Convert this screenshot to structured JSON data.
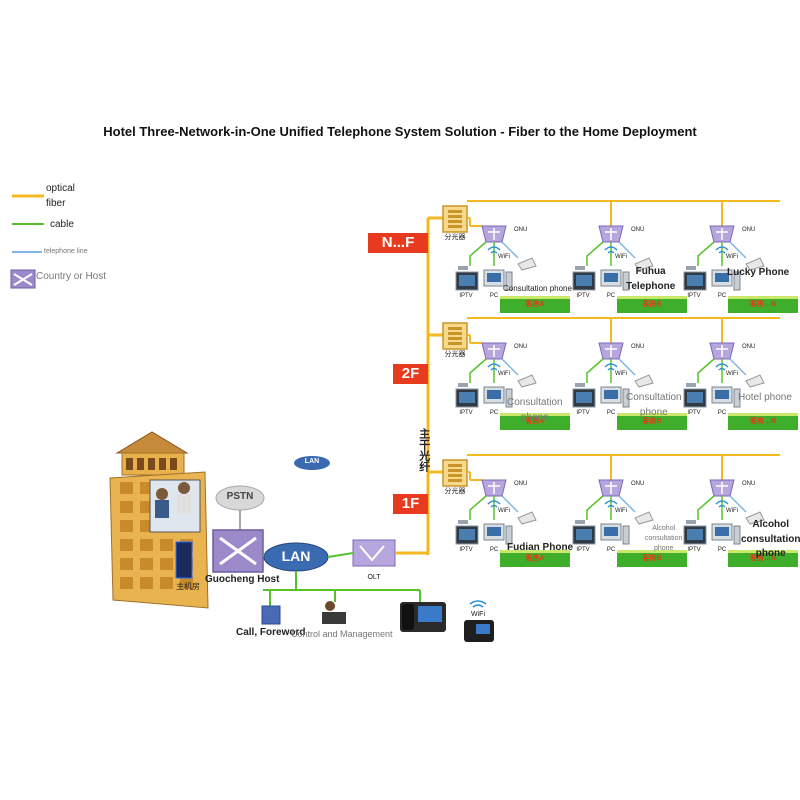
{
  "title": "Hotel Three-Network-in-One Unified Telephone System Solution - Fiber to the Home Deployment",
  "legend": {
    "optical_fiber": "optical\nfiber",
    "cable": "cable",
    "telephone_line": "telephone line",
    "country_or_host": "Country or Host",
    "colors": {
      "fiber": "#f5b820",
      "cable": "#55c22c",
      "telephone": "#7fb6e6"
    }
  },
  "floors": [
    {
      "label": "N...F",
      "splitter": "分光器",
      "rooms": [
        {
          "onu": "ONU",
          "iptv": "IPTV",
          "pc": "PC",
          "wifi": "WiFi",
          "phone": "Consultation phone",
          "room": "客房A"
        },
        {
          "onu": "ONU",
          "iptv": "IPTV",
          "pc": "PC",
          "wifi": "WiFi",
          "phone": "Fuhua\nTelephone",
          "room": "客房B"
        },
        {
          "onu": "ONU",
          "iptv": "IPTV",
          "pc": "PC",
          "wifi": "WiFi",
          "phone": "Lucky Phone",
          "room": "客房…N"
        }
      ]
    },
    {
      "label": "2F",
      "splitter": "分光器",
      "rooms": [
        {
          "onu": "ONU",
          "iptv": "IPTV",
          "pc": "PC",
          "wifi": "WiFi",
          "phone": "Consultation\nphone",
          "room": "客房A"
        },
        {
          "onu": "ONU",
          "iptv": "IPTV",
          "pc": "PC",
          "wifi": "WiFi",
          "phone": "Consultation\nphone",
          "room": "客房B"
        },
        {
          "onu": "ONU",
          "iptv": "IPTV",
          "pc": "PC",
          "wifi": "WiFi",
          "phone": "Hotel phone",
          "room": "客房…N"
        }
      ]
    },
    {
      "label": "1F",
      "splitter": "分光器",
      "rooms": [
        {
          "onu": "ONU",
          "iptv": "IPTV",
          "pc": "PC",
          "wifi": "WiFi",
          "phone": "Fudian Phone",
          "room": "客房A"
        },
        {
          "onu": "ONU",
          "iptv": "IPTV",
          "pc": "PC",
          "wifi": "WiFi",
          "phone": "Alcohol\nconsultation\nphone",
          "room": "客房B"
        },
        {
          "onu": "ONU",
          "iptv": "IPTV",
          "pc": "PC",
          "wifi": "WiFi",
          "phone": "Alcohol\nconsultation\nphone",
          "room": "客房…N"
        }
      ]
    }
  ],
  "trunk_label": "主干光纤",
  "machine_room": "主机房",
  "pstn": "PSTN",
  "lan_main": "LAN",
  "lan_small": "LAN",
  "olt": "OLT",
  "guocheng_host": "Guocheng Host",
  "call_forward": "Call, Foreword",
  "control_management": "Control and Management",
  "wifi_label": "WiFi"
}
